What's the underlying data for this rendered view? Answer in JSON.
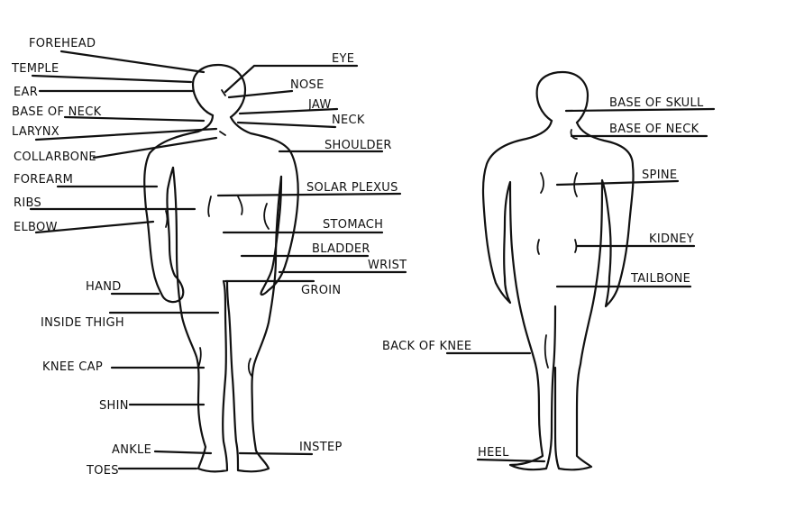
{
  "front_labels": {
    "forehead": "FOREHEAD",
    "temple": "TEMPLE",
    "ear": "EAR",
    "base_of_neck": "BASE OF NECK",
    "larynx": "LARYNX",
    "collarbone": "COLLARBONE",
    "forearm": "FOREARM",
    "ribs": "RIBS",
    "elbow": "ELBOW",
    "hand": "HAND",
    "inside_thigh": "INSIDE THIGH",
    "knee_cap": "KNEE CAP",
    "shin": "SHIN",
    "ankle": "ANKLE",
    "toes": "TOES",
    "eye": "EYE",
    "nose": "NOSE",
    "jaw": "JAW",
    "neck": "NECK",
    "shoulder": "SHOULDER",
    "solar_plexus": "SOLAR PLEXUS",
    "stomach": "STOMACH",
    "bladder": "BLADDER",
    "wrist": "WRIST",
    "groin": "GROIN",
    "instep": "INSTEP"
  },
  "back_labels": {
    "base_of_skull": "BASE OF SKULL",
    "base_of_neck": "BASE OF NECK",
    "spine": "SPINE",
    "kidney": "KIDNEY",
    "tailbone": "TAILBONE",
    "back_of_knee": "BACK OF KNEE",
    "heel": "HEEL"
  },
  "colors": {
    "ink": "#111111",
    "background": "#ffffff"
  }
}
